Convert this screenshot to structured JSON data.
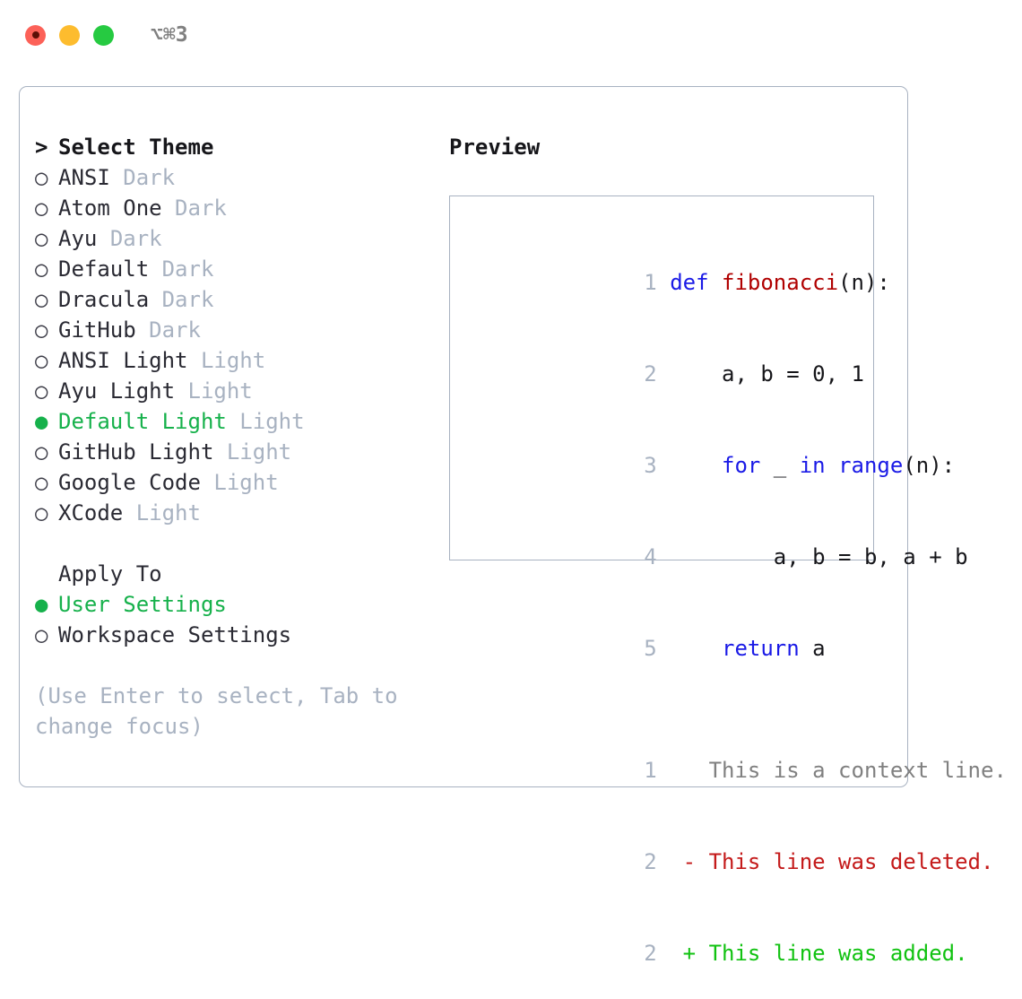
{
  "titlebar": {
    "shortcut": "⌥⌘3",
    "buttons": [
      "close",
      "minimize",
      "maximize"
    ]
  },
  "left": {
    "header": {
      "prefix": "> ",
      "label": "Select Theme"
    },
    "themes": [
      {
        "marker": "○ ",
        "name": "ANSI",
        "category": "Dark",
        "selected": false
      },
      {
        "marker": "○ ",
        "name": "Atom One",
        "category": "Dark",
        "selected": false
      },
      {
        "marker": "○ ",
        "name": "Ayu",
        "category": "Dark",
        "selected": false
      },
      {
        "marker": "○ ",
        "name": "Default",
        "category": "Dark",
        "selected": false
      },
      {
        "marker": "○ ",
        "name": "Dracula",
        "category": "Dark",
        "selected": false
      },
      {
        "marker": "○ ",
        "name": "GitHub",
        "category": "Dark",
        "selected": false
      },
      {
        "marker": "○ ",
        "name": "ANSI Light",
        "category": "Light",
        "selected": false
      },
      {
        "marker": "○ ",
        "name": "Ayu Light",
        "category": "Light",
        "selected": false
      },
      {
        "marker": "● ",
        "name": "Default Light",
        "category": "Light",
        "selected": true
      },
      {
        "marker": "○ ",
        "name": "GitHub Light",
        "category": "Light",
        "selected": false
      },
      {
        "marker": "○ ",
        "name": "Google Code",
        "category": "Light",
        "selected": false
      },
      {
        "marker": "○ ",
        "name": "XCode",
        "category": "Light",
        "selected": false
      }
    ],
    "apply_to": {
      "header": "Apply To",
      "options": [
        {
          "marker": "● ",
          "label": "User Settings",
          "selected": true
        },
        {
          "marker": "○ ",
          "label": "Workspace Settings",
          "selected": false
        }
      ]
    },
    "hint": "(Use Enter to select, Tab to change focus)"
  },
  "preview": {
    "title": "Preview",
    "code": [
      {
        "num": "1",
        "sep": " ",
        "tokens": [
          {
            "t": "def ",
            "c": "kw"
          },
          {
            "t": "fibonacci",
            "c": "fn"
          },
          {
            "t": "(n):",
            "c": "plain"
          }
        ]
      },
      {
        "num": "2",
        "sep": " ",
        "tokens": [
          {
            "t": "    a, b = 0, 1",
            "c": "plain"
          }
        ]
      },
      {
        "num": "3",
        "sep": " ",
        "tokens": [
          {
            "t": "    ",
            "c": "plain"
          },
          {
            "t": "for ",
            "c": "kw"
          },
          {
            "t": "_ ",
            "c": "plain"
          },
          {
            "t": "in ",
            "c": "kw"
          },
          {
            "t": "range",
            "c": "kw"
          },
          {
            "t": "(n):",
            "c": "plain"
          }
        ]
      },
      {
        "num": "4",
        "sep": " ",
        "tokens": [
          {
            "t": "        a, b = b, a + b",
            "c": "plain"
          }
        ]
      },
      {
        "num": "5",
        "sep": " ",
        "tokens": [
          {
            "t": "    ",
            "c": "plain"
          },
          {
            "t": "return ",
            "c": "kw"
          },
          {
            "t": "a",
            "c": "plain"
          }
        ]
      }
    ],
    "diff": [
      {
        "num": "1",
        "marker": "  ",
        "text": "This is a context line.",
        "kind": "ctx"
      },
      {
        "num": "2",
        "marker": "- ",
        "text": "This line was deleted.",
        "kind": "del"
      },
      {
        "num": "2",
        "marker": "+ ",
        "text": "This line was added.",
        "kind": "add"
      }
    ]
  },
  "colors": {
    "accent_green": "#16b14b",
    "muted": "#a8b2c1",
    "keyword_blue": "#1a1ae6",
    "function_red": "#b00000",
    "diff_delete": "#c41a1a",
    "diff_add": "#11c211",
    "border": "#a8b2c1"
  }
}
